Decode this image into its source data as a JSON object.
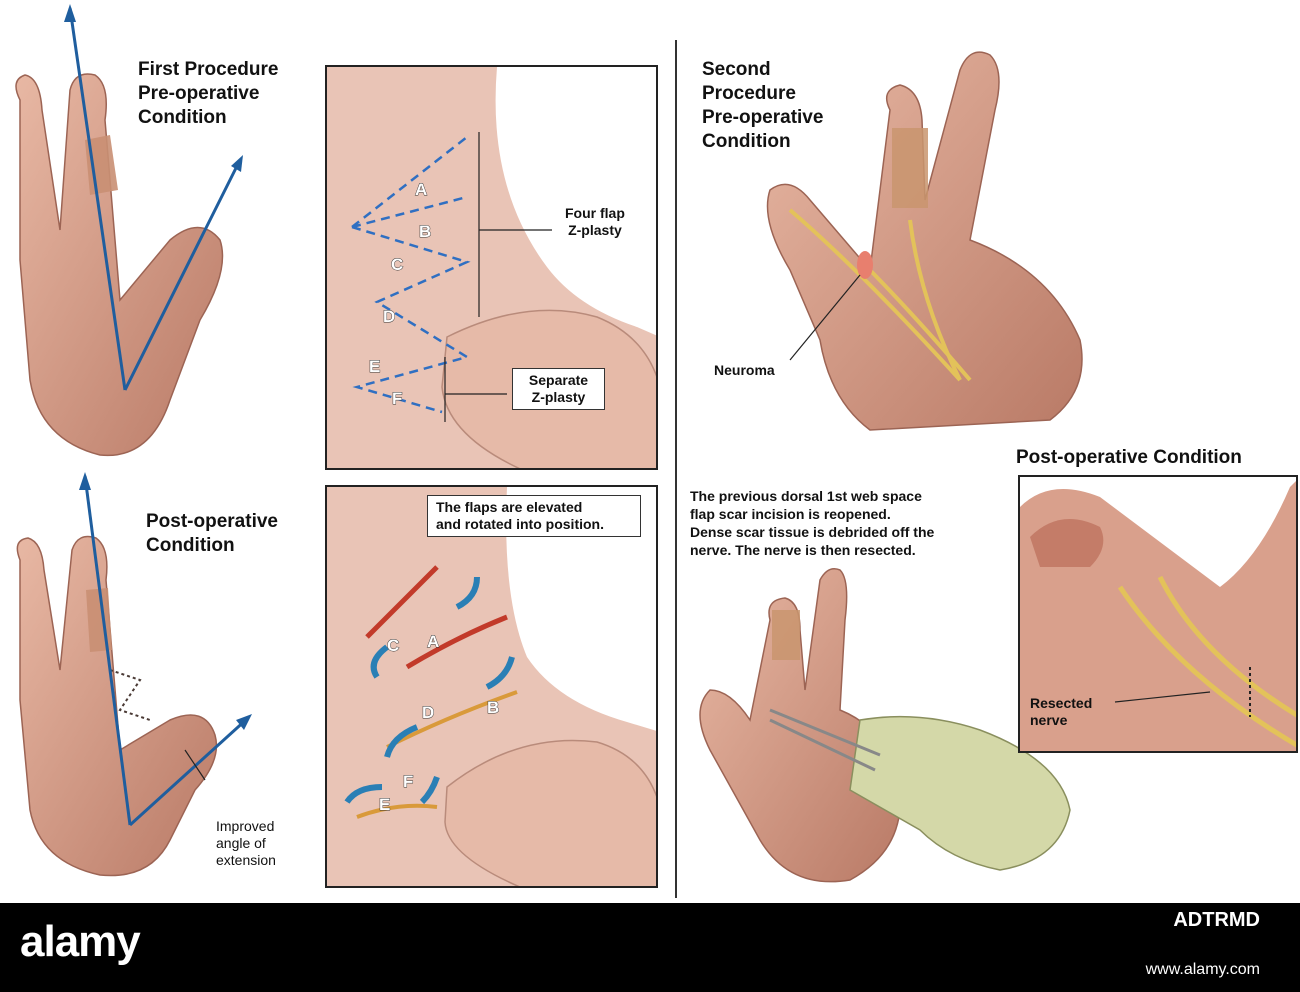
{
  "procedure1": {
    "title_lines": [
      "First Procedure",
      "Pre-operative",
      "Condition"
    ],
    "post_title_lines": [
      "Post-operative",
      "Condition"
    ],
    "improved_lines": [
      "Improved",
      "angle of",
      "extension"
    ]
  },
  "zplasty": {
    "flaps_top": [
      "A",
      "B",
      "C",
      "D",
      "E",
      "F"
    ],
    "flaps_bottom": [
      "A",
      "B",
      "C",
      "D",
      "E",
      "F"
    ],
    "four_flap_lines": [
      "Four flap",
      "Z-plasty"
    ],
    "separate_lines": [
      "Separate",
      "Z-plasty"
    ],
    "elevated_lines": [
      "The flaps are elevated",
      "and rotated into position."
    ]
  },
  "procedure2": {
    "title_lines": [
      "Second",
      "Procedure",
      "Pre-operative",
      "Condition"
    ],
    "neuroma_label": "Neuroma",
    "description_lines": [
      "The previous dorsal 1st web space",
      "flap scar incision is reopened.",
      "Dense scar tissue is debrided off the",
      "nerve. The nerve is then resected."
    ],
    "post_title": "Post-operative Condition",
    "resected_lines": [
      "Resected",
      "nerve"
    ]
  },
  "footer": {
    "logo": "alamy",
    "image_id": "ADTRMD",
    "url": "www.alamy.com"
  },
  "colors": {
    "skin": "#d9a08c",
    "skin_dark": "#b57664",
    "nerve": "#e3c25a",
    "arrow_blue": "#2a7fb5",
    "dash_blue": "#2f6fc2",
    "glove": "#d4d8a8"
  }
}
